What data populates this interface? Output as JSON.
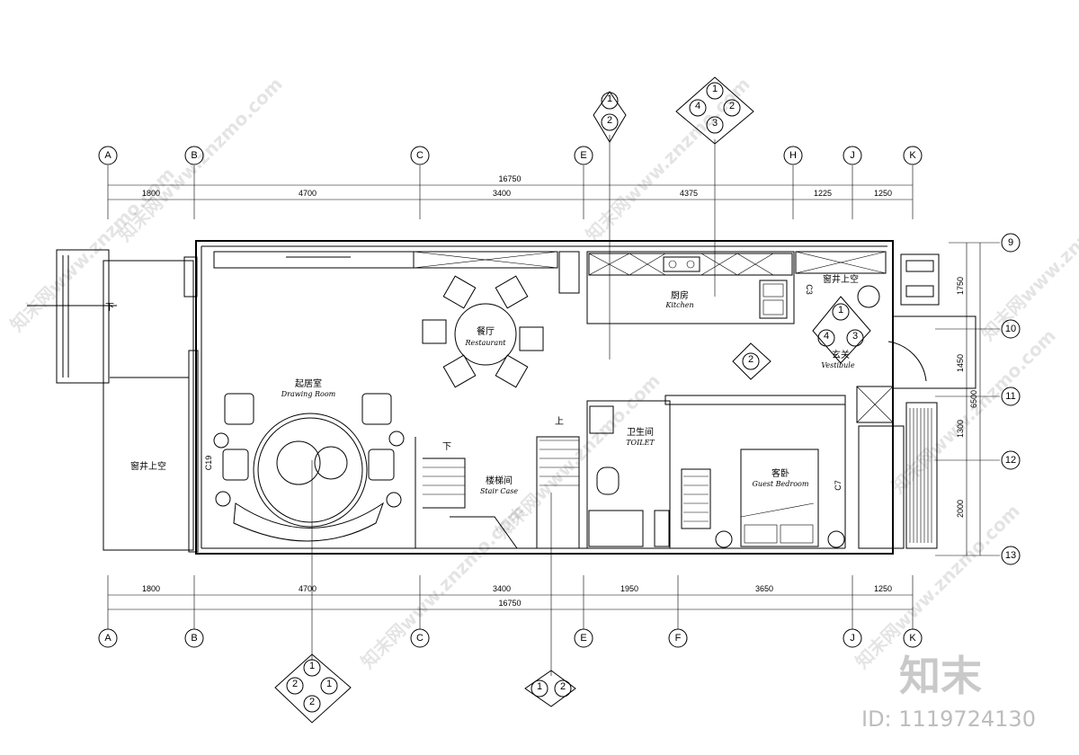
{
  "axes_top": [
    "A",
    "B",
    "C",
    "E",
    "H",
    "J",
    "K"
  ],
  "axes_bottom": [
    "A",
    "B",
    "C",
    "E",
    "F",
    "J",
    "K"
  ],
  "axes_right": [
    "9",
    "10",
    "11",
    "12",
    "13"
  ],
  "dims_top_total": "16750",
  "dims_top": [
    "1800",
    "4700",
    "3400",
    "4375",
    "1225",
    "1250"
  ],
  "dims_bottom": [
    "1800",
    "4700",
    "3400",
    "1950",
    "3650",
    "1250"
  ],
  "dims_bottom_total": "16750",
  "dims_right": [
    "1750",
    "1450",
    "1300",
    "2000"
  ],
  "dims_right_total": "6500",
  "rooms": {
    "drawing_cn": "起居室",
    "drawing_en": "Drawing Room",
    "restaurant_cn": "餐厅",
    "restaurant_en": "Restaurant",
    "kitchen_cn": "厨房",
    "kitchen_en": "Kitchen",
    "vestibule_cn": "玄关",
    "vestibule_en": "Vestibule",
    "toilet_cn": "卫生间",
    "toilet_en": "TOILET",
    "stair_cn": "楼梯间",
    "stair_en": "Stair Case",
    "bedroom_cn": "客卧",
    "bedroom_en": "Guest Bedroom",
    "well_left": "窗井上空",
    "well_right": "窗井上空"
  },
  "labels": {
    "down1": "下",
    "down2": "下",
    "up1": "上",
    "c19": "C19",
    "c3": "C3",
    "c7": "C7"
  },
  "markers": {
    "n1": "1",
    "n2": "2",
    "n3": "3",
    "n4": "4"
  },
  "brand": "知末",
  "image_id": "ID: 1119724130",
  "watermark": "知末网www.znzmo.com"
}
